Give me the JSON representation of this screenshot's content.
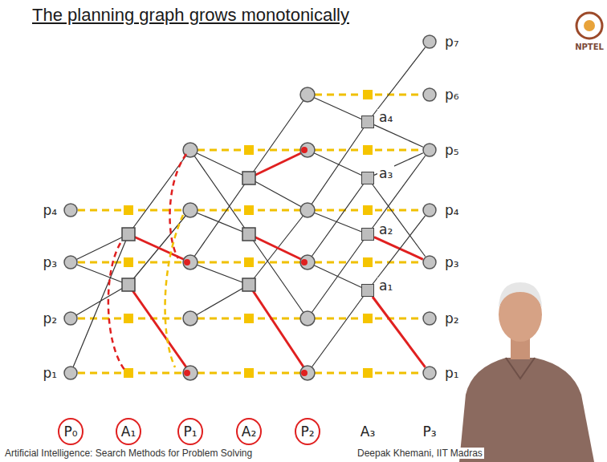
{
  "diagram": {
    "title": "The planning graph grows monotonically",
    "nodes": [
      {
        "text": [
          "p₄"
        ]
      },
      {
        "text": [
          "p₃"
        ]
      },
      {
        "text": [
          "p₂"
        ]
      },
      {
        "text": [
          "p₁"
        ]
      },
      {
        "text": [
          "a₄"
        ]
      },
      {
        "text": [
          "a₃"
        ]
      },
      {
        "text": [
          "a₂"
        ]
      },
      {
        "text": [
          "a₁"
        ]
      },
      {
        "text": [
          "p₇"
        ]
      },
      {
        "text": [
          "p₆"
        ]
      },
      {
        "text": [
          "p₅"
        ]
      },
      {
        "text": [
          "p₄"
        ]
      },
      {
        "text": [
          "p₃"
        ]
      },
      {
        "text": [
          "p₂"
        ]
      },
      {
        "text": [
          "p₁"
        ]
      }
    ],
    "edges": [
      {
        "from": 4,
        "to": 8,
        "arrow": "none"
      },
      {
        "from": 4,
        "to": 10,
        "arrow": "none"
      },
      {
        "from": 5,
        "to": 10,
        "arrow": "none"
      },
      {
        "from": 5,
        "to": 12,
        "arrow": "none"
      },
      {
        "from": 6,
        "to": 12,
        "arrow": "none"
      },
      {
        "from": 6,
        "to": 10,
        "arrow": "none"
      },
      {
        "from": 7,
        "to": 14,
        "arrow": "none"
      },
      {
        "from": 7,
        "to": 11,
        "arrow": "none"
      }
    ],
    "labels": [
      "NPTEL",
      "P₀",
      "A₁",
      "P₁",
      "A₂",
      "P₂",
      "A₃",
      "P₃",
      "Artificial Intelligence: Search Methods for Problem Solving",
      "Deepak Khemani, IIT Madras"
    ]
  }
}
